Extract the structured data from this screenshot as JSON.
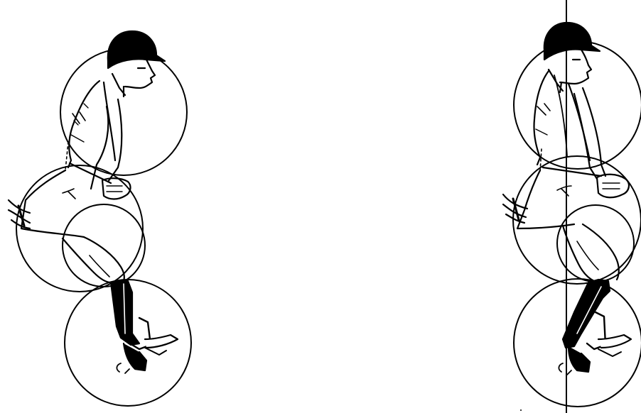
{
  "figures": [
    {
      "id": "left",
      "posture": "out-of-balance",
      "alignment_line": false
    },
    {
      "id": "right",
      "posture": "balanced",
      "alignment_line": true
    }
  ],
  "colors": {
    "ink": "#000000",
    "background": "#ffffff"
  }
}
